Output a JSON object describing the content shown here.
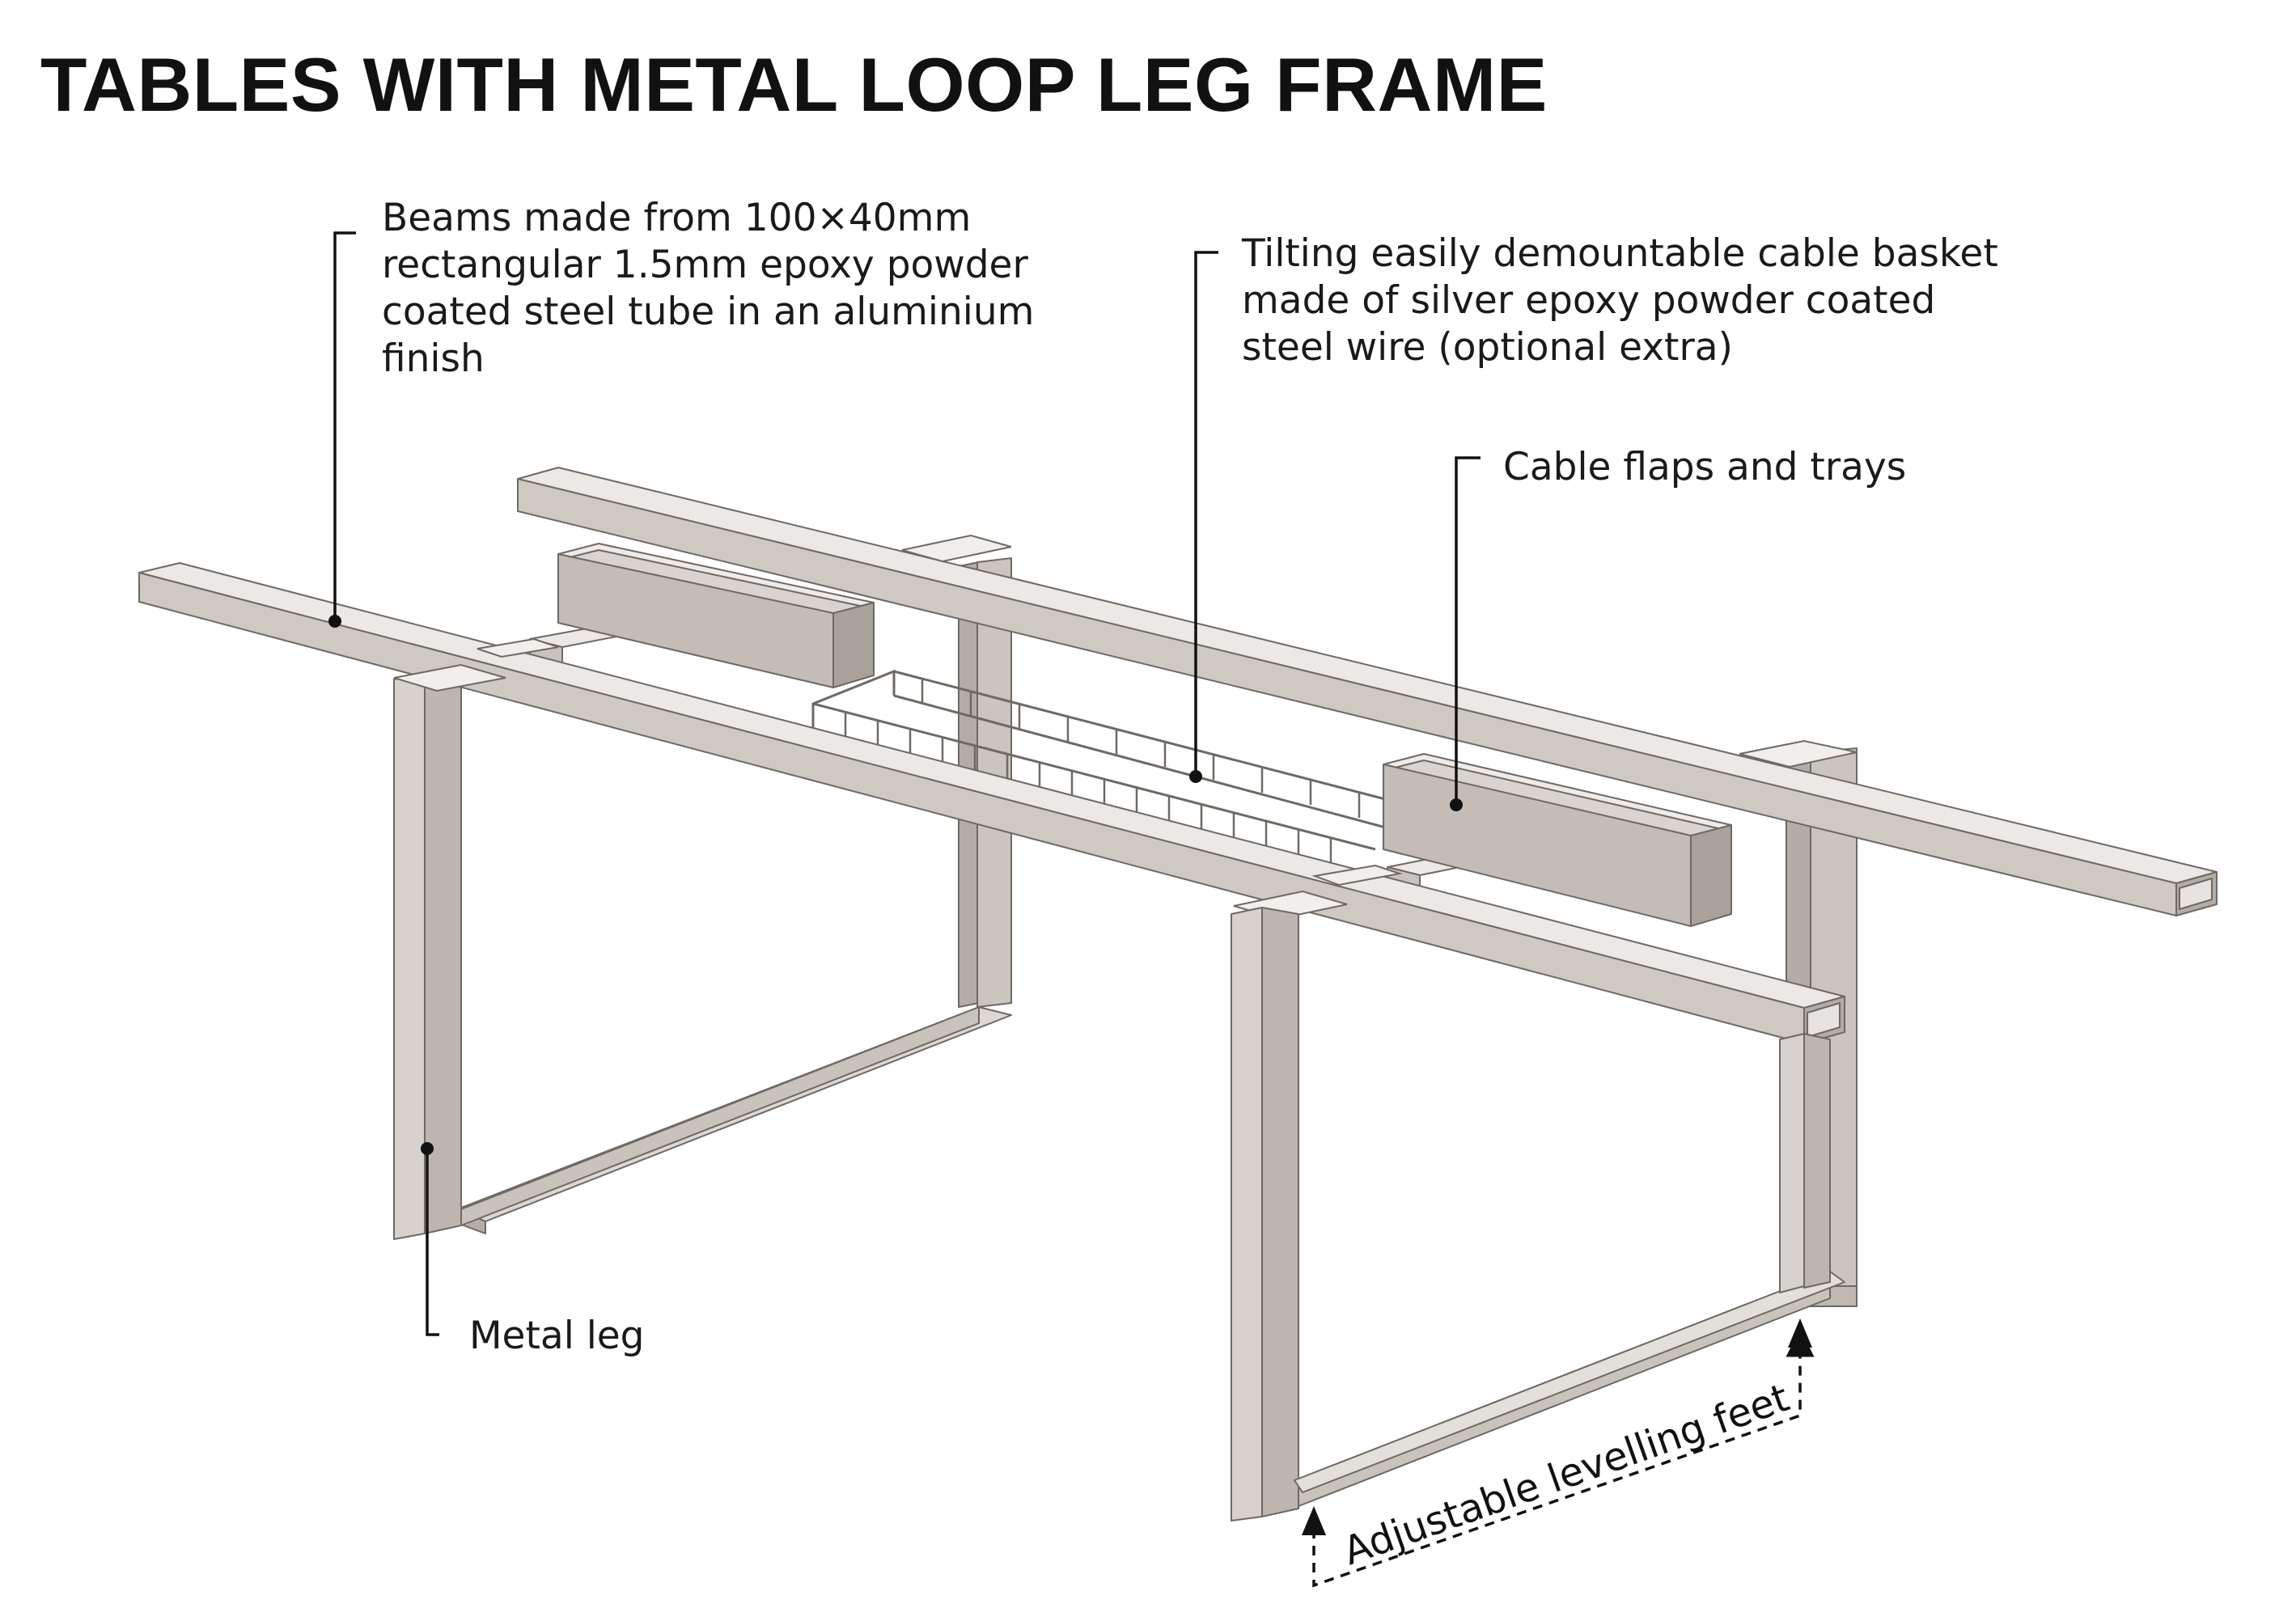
{
  "title": "TABLES WITH METAL LOOP LEG FRAME",
  "callouts": {
    "beams": {
      "lines": [
        "Beams made from 100×40mm",
        "rectangular 1.5mm epoxy powder",
        "coated steel tube in an aluminium",
        "finish"
      ]
    },
    "cable_basket": {
      "lines": [
        "Tilting easily demountable cable basket",
        "made of silver epoxy powder coated",
        "steel wire (optional extra)"
      ]
    },
    "cable_flaps": {
      "lines": [
        "Cable flaps and trays"
      ]
    },
    "metal_leg": {
      "lines": [
        "Metal leg"
      ]
    },
    "levelling_feet": {
      "text": "Adjustable levelling feet"
    }
  },
  "colors": {
    "text": "#111111",
    "steel_light": "#ebe8e6",
    "steel_mid": "#d2cdc9",
    "steel_dark": "#b3aca7",
    "steel_edge": "#6f6964",
    "leader": "#111111"
  }
}
